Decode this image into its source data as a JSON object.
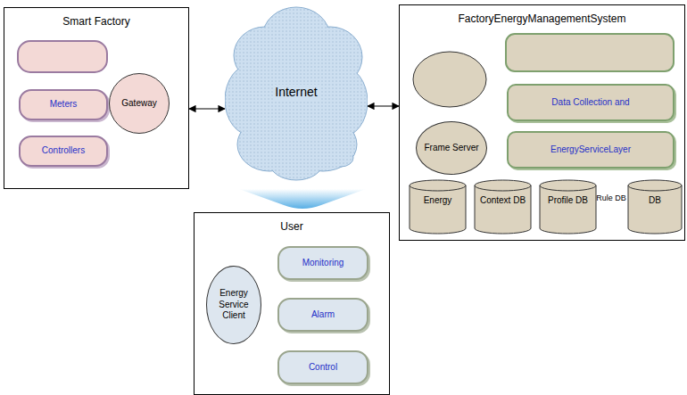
{
  "diagram": {
    "nodes": [
      {
        "text": [
          "Smart Factory"
        ]
      },
      {
        "text": [
          "Meters"
        ],
        "in": 0
      },
      {
        "text": [
          "Controllers"
        ],
        "in": 0
      },
      {
        "text": [
          "Gateway"
        ],
        "in": 0
      },
      {
        "text": [
          "Internet"
        ]
      },
      {
        "text": [
          "FactoryEnergyManagementSystem"
        ]
      },
      {
        "text": [
          "Frame Server"
        ],
        "in": 5
      },
      {
        "text": [
          "Data Collection and"
        ],
        "in": 5
      },
      {
        "text": [
          "EnergyServiceLayer"
        ],
        "in": 5
      },
      {
        "text": [
          "Energy"
        ],
        "in": 5
      },
      {
        "text": [
          "Context DB"
        ],
        "in": 5
      },
      {
        "text": [
          "Profile DB"
        ],
        "in": 5
      },
      {
        "text": [
          "DB"
        ],
        "in": 5
      },
      {
        "text": [
          "User"
        ]
      },
      {
        "text": [
          "Energy Service Client"
        ],
        "in": 13
      },
      {
        "text": [
          "Monitoring"
        ],
        "in": 13
      },
      {
        "text": [
          "Alarm"
        ],
        "in": 13
      },
      {
        "text": [
          "Control"
        ],
        "in": 13
      }
    ],
    "edges": [
      {
        "from": 0,
        "to": 4,
        "arrow": "both"
      },
      {
        "from": 4,
        "to": 5,
        "arrow": "both"
      }
    ],
    "labels": [
      "Rule DB"
    ]
  }
}
